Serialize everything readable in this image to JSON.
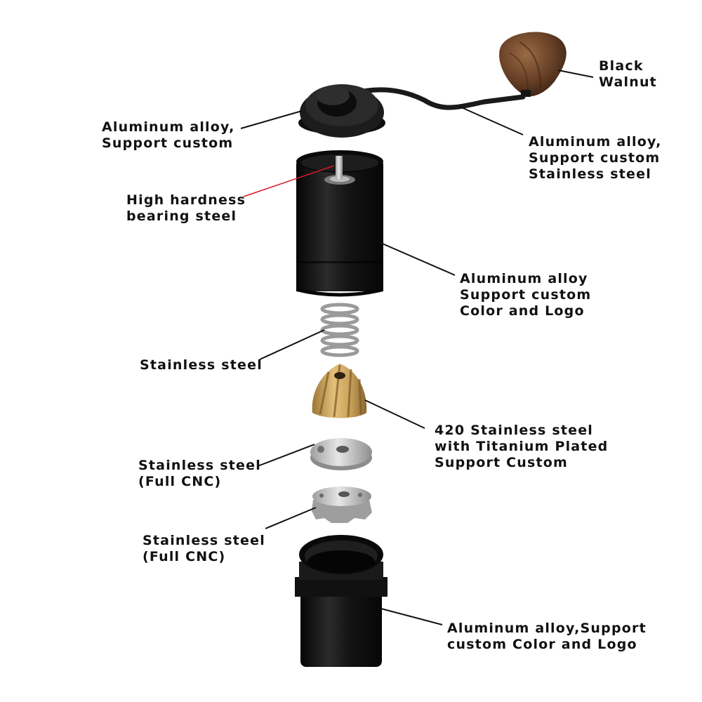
{
  "colors": {
    "leader_line": "#111111",
    "bearing_leader_line": "#d71920",
    "aluminum_black": "#1a1a1a",
    "walnut": "#6b4328",
    "titanium_gold": "#c9a25a",
    "stainless": "#c8c8c8"
  },
  "labels": {
    "knob": [
      "Black",
      "Walnut"
    ],
    "lid": [
      "Aluminum alloy,",
      "Support custom"
    ],
    "handle": [
      "Aluminum alloy,",
      "Support custom",
      "Stainless steel"
    ],
    "bearing": [
      "High hardness",
      "bearing steel"
    ],
    "body": [
      "Aluminum alloy",
      "Support custom",
      "Color and Logo"
    ],
    "spring": [
      "Stainless steel"
    ],
    "burr": [
      "420 Stainless steel",
      "with Titanium Plated",
      "Support Custom"
    ],
    "washer": [
      "Stainless steel",
      "(Full CNC)"
    ],
    "adjuster": [
      "Stainless steel",
      "(Full CNC)"
    ],
    "cup": [
      "Aluminum alloy,Support",
      "custom Color and Logo"
    ]
  }
}
